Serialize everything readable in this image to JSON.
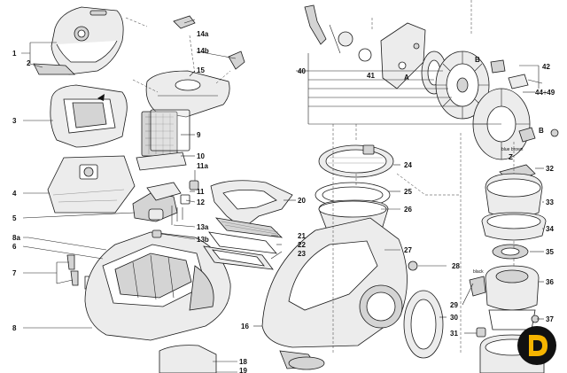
{
  "labels": {
    "l1": "1",
    "l2": "2",
    "l3": "3",
    "l4": "4",
    "l5": "5",
    "l6": "6",
    "l7": "7",
    "l8": "8",
    "l8a": "8a",
    "l9": "9",
    "l10": "10",
    "l11": "11",
    "l11a": "11a",
    "l12": "12",
    "l13a": "13a",
    "l13b": "13b",
    "l14a": "14a",
    "l14b": "14b",
    "l15": "15",
    "l16": "16",
    "l18": "18",
    "l19": "19",
    "l20": "20",
    "l21": "21",
    "l22": "22",
    "l23": "23",
    "l24": "24",
    "l25": "25",
    "l26": "26",
    "l27": "27",
    "l28": "28",
    "l29": "29",
    "l30": "30",
    "l31": "31",
    "l32": "32",
    "l33": "33",
    "l34": "34",
    "l35": "35",
    "l36": "36",
    "l37": "37",
    "l40": "40",
    "l41": "41",
    "l42": "42",
    "l44_49": "44÷49",
    "lA": "A",
    "lB1": "B",
    "lB2": "B",
    "lZ": "Z",
    "lblack": "black",
    "lbluebrown": "blue   brown"
  },
  "colors": {
    "line": "#1a1a1a",
    "fill": "#ececec",
    "shade": "#d4d4d4",
    "logo_dark": "#111111",
    "logo_accent": "#f5b400"
  },
  "icons": {
    "logo": "brand-logo-icon",
    "arrow": "direction-arrow-icon"
  }
}
